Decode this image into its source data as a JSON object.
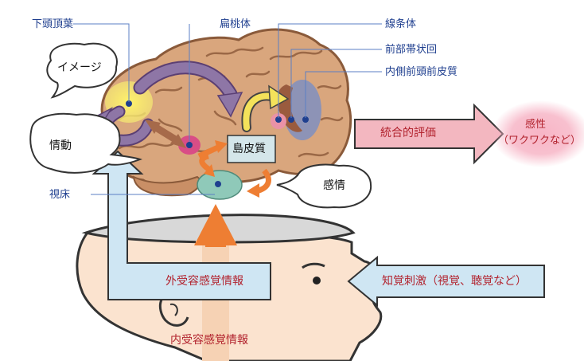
{
  "labels": {
    "inferior_parietal": "下頭頂葉",
    "amygdala": "扁桃体",
    "striatum": "線条体",
    "anterior_cingulate": "前部帯状回",
    "medial_prefrontal": "内側前頭前皮質",
    "thalamus": "視床",
    "insula": "島皮質",
    "image_bubble": "イメージ",
    "emotion_bubble": "情動",
    "feeling_bubble": "感情",
    "integrated_evaluation": "統合的評価",
    "sensibility_line1": "感性",
    "sensibility_line2": "（ワクワクなど）",
    "exteroceptive_info": "外受容感覚情報",
    "perceptual_stimuli": "知覚刺激（視覚、聴覚など）",
    "interoceptive_info": "内受容感覚情報"
  },
  "colors": {
    "label_blue": "#1f3f8f",
    "label_red": "#b2232e",
    "brain_fill": "#d9a67d",
    "arrow_purple": "#8e76a6",
    "arrow_brown": "#a66a4a",
    "arrow_orange": "#ee7e33",
    "arrow_yellow": "#f4e25a",
    "arrow_lightblue": "#cfe6f3",
    "arrow_pink": "#f3b7c0",
    "glow_pink": "#f7b5c6",
    "thalamus_teal": "#8fc9b9",
    "insula_box": "#d4e6ea",
    "head_skin": "#fbe3cf"
  }
}
